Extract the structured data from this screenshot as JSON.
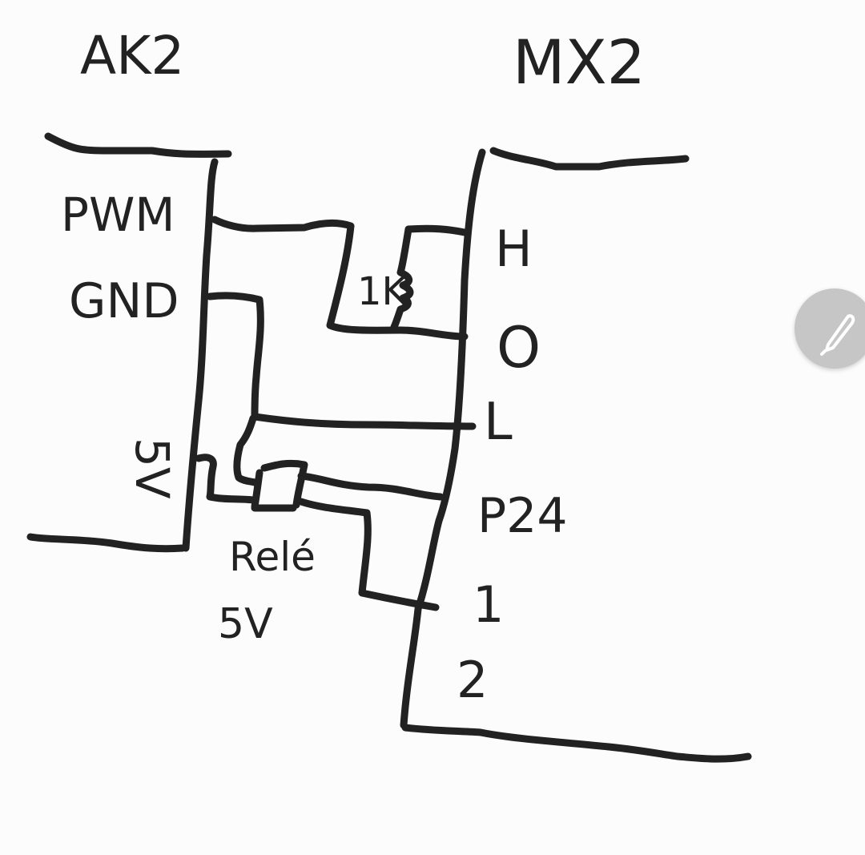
{
  "diagram": {
    "left_block": {
      "title": "AK2",
      "pins": {
        "pwm": "PWM",
        "gnd": "GND",
        "five_v": "5V"
      }
    },
    "right_block": {
      "title": "MX2",
      "pins": {
        "h": "H",
        "o": "O",
        "l": "L",
        "p24": "P24",
        "one": "1",
        "two": "2"
      }
    },
    "resistor_label": "1K",
    "relay_labels": {
      "top": "Relé",
      "bottom": "5V"
    }
  },
  "fab": {
    "icon": "pencil-icon",
    "color": "#c6c6c6"
  }
}
